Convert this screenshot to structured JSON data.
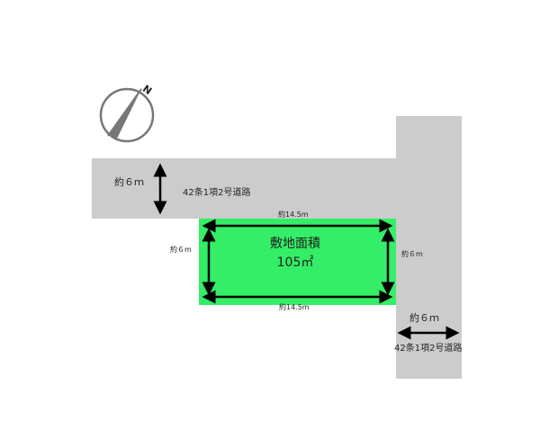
{
  "compass": {
    "north_label": "N"
  },
  "site": {
    "title": "敷地面積",
    "area": "105㎡",
    "color": "#33ee66",
    "top_width": "約14.5m",
    "bottom_width": "約14.5m",
    "left_depth": "約６m",
    "right_depth": "約６m"
  },
  "roads": {
    "color": "#cccccc",
    "north": {
      "width": "約６ｍ",
      "type": "42条1項2号道路"
    },
    "east": {
      "width": "約６ｍ",
      "type": "42条1項2号道路"
    }
  }
}
